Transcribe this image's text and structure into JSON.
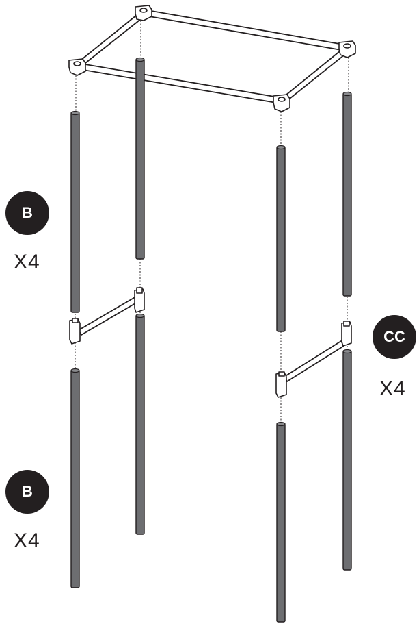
{
  "labels": {
    "part_b_top": {
      "code": "B",
      "quantity": "X4"
    },
    "part_b_bottom": {
      "code": "B",
      "quantity": "X4"
    },
    "part_cc": {
      "code": "CC",
      "quantity": "X4"
    }
  },
  "colors": {
    "pole": "#6d6e71",
    "outline": "#231f20",
    "badge": "#231f20",
    "frame": "#ffffff"
  }
}
